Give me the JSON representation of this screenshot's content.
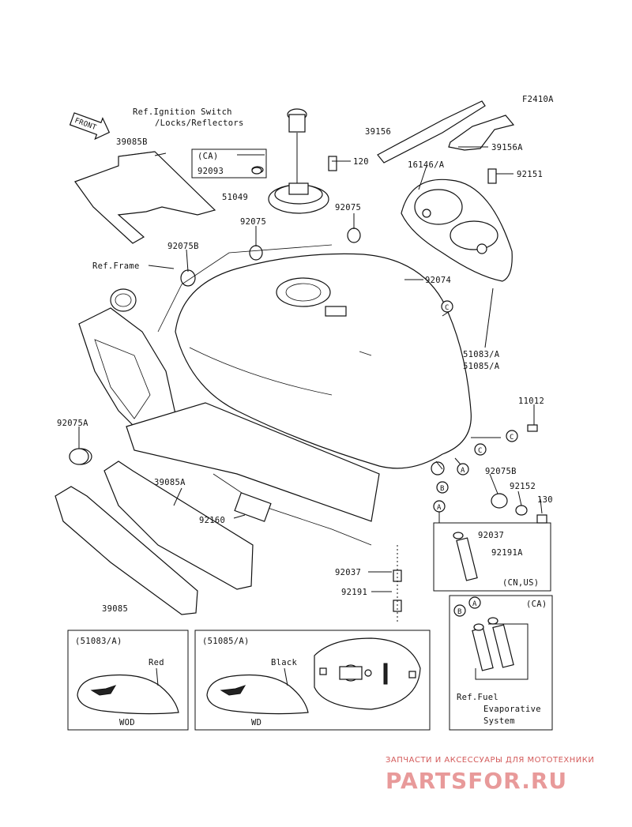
{
  "figure_code": "F2410A",
  "front_arrow": "FRONT",
  "refs": {
    "ignition_line1": "Ref.Ignition Switch",
    "ignition_line2": "/Locks/Reflectors",
    "frame": "Ref.Frame",
    "fuel_line1": "Ref.Fuel",
    "fuel_line2": "Evaporative",
    "fuel_line3": "System"
  },
  "parts": {
    "p39085B": "39085B",
    "p51049": "51049",
    "p92093": "92093",
    "ca_top": "(CA)",
    "p120": "120",
    "p39156": "39156",
    "p39156A": "39156A",
    "p16146A": "16146/A",
    "p92151": "92151",
    "p92075a": "92075",
    "p92075b": "92075",
    "p92075B_left": "92075B",
    "p92074": "92074",
    "p51083A": "51083/A",
    "p51085A": "51085/A",
    "p11012": "11012",
    "p92075A": "92075A",
    "p39085A": "39085A",
    "p92160": "92160",
    "p39085": "39085",
    "p92075B_right": "92075B",
    "p92152": "92152",
    "p130": "130",
    "p92037_box": "92037",
    "p92191A": "92191A",
    "cn_us": "(CN,US)",
    "p92037": "92037",
    "p92191": "92191",
    "ca_bottom": "(CA)"
  },
  "callouts": {
    "c": "C",
    "a": "A",
    "b": "B"
  },
  "variants": {
    "left_title": "(51083/A)",
    "left_color": "Red",
    "left_code": "WOD",
    "right_title": "(51085/A)",
    "right_color": "Black",
    "right_code": "WD"
  },
  "watermark": {
    "tagline": "ЗАПЧАСТИ И АКСЕССУАРЫ ДЛЯ МОТОТЕХНИКИ",
    "brand": "PARTSFOR.RU"
  }
}
